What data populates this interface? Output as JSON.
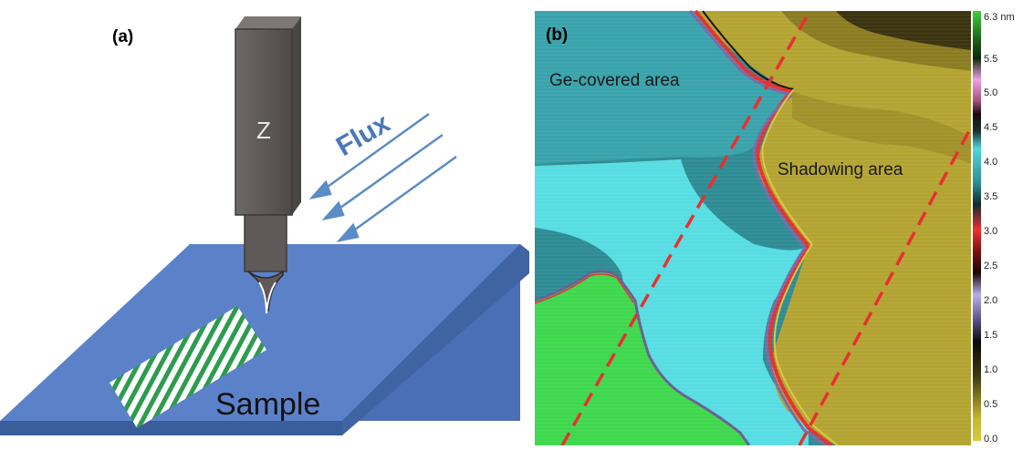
{
  "panel_a": {
    "label": "(a)",
    "probe_label": "Z",
    "flux_label": "Flux",
    "sample_label": "Sample"
  },
  "panel_b": {
    "label": "(b)",
    "region_ge": "Ge-covered area",
    "region_shadow": "Shadowing area",
    "colorbar": {
      "ticks": [
        "6.3 nm",
        "5.5",
        "5.0",
        "4.5",
        "4.0",
        "3.5",
        "3.0",
        "2.5",
        "2.0",
        "1.5",
        "1.0",
        "0.5",
        "0.0"
      ],
      "max": 6.3,
      "min": 0.0,
      "unit": "nm"
    }
  },
  "colors": {
    "sample_top": "#5b82c9",
    "sample_side": "#3f63a3",
    "probe": "#5f5a59",
    "flux_arrow": "#5b8cc6",
    "stripe_green": "#2e9b4f",
    "ge_region": "#2f8c94",
    "bright_cyan": "#57dde2",
    "shadow_yellow": "#b3a433",
    "green_region": "#3fd84e",
    "dashed_line": "#e83030"
  }
}
